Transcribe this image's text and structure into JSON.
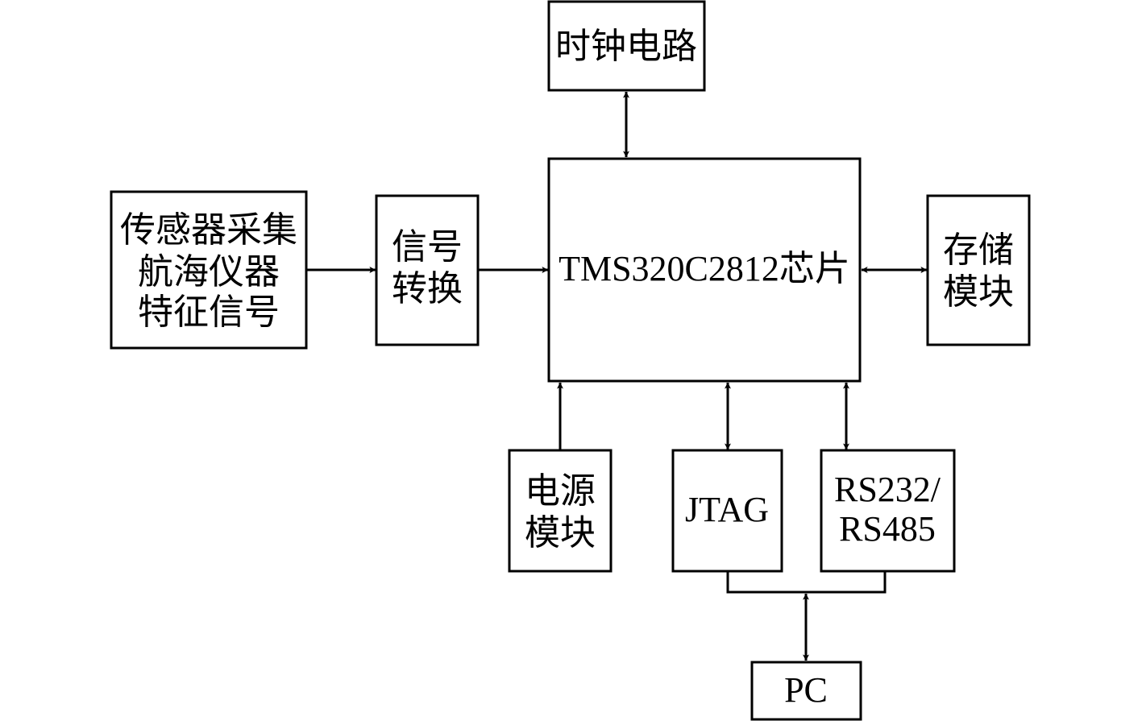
{
  "blocks": {
    "clock": "时钟电路",
    "sensor": [
      "传感器采集",
      "航海仪器",
      "特征信号"
    ],
    "signal": [
      "信号",
      "转换"
    ],
    "chip": "TMS320C2812芯片",
    "storage": [
      "存储",
      "模块"
    ],
    "power": [
      "电源",
      "模块"
    ],
    "jtag": "JTAG",
    "serial": [
      "RS232/",
      "RS485"
    ],
    "pc": "PC"
  },
  "connections": [
    {
      "from": "sensor",
      "to": "signal",
      "direction": "one-way"
    },
    {
      "from": "signal",
      "to": "chip",
      "direction": "one-way"
    },
    {
      "from": "clock",
      "to": "chip",
      "direction": "two-way"
    },
    {
      "from": "chip",
      "to": "storage",
      "direction": "two-way"
    },
    {
      "from": "power",
      "to": "chip",
      "direction": "one-way"
    },
    {
      "from": "chip",
      "to": "jtag",
      "direction": "two-way"
    },
    {
      "from": "chip",
      "to": "serial",
      "direction": "two-way"
    },
    {
      "from": "jtag+serial",
      "to": "pc",
      "direction": "two-way"
    }
  ]
}
